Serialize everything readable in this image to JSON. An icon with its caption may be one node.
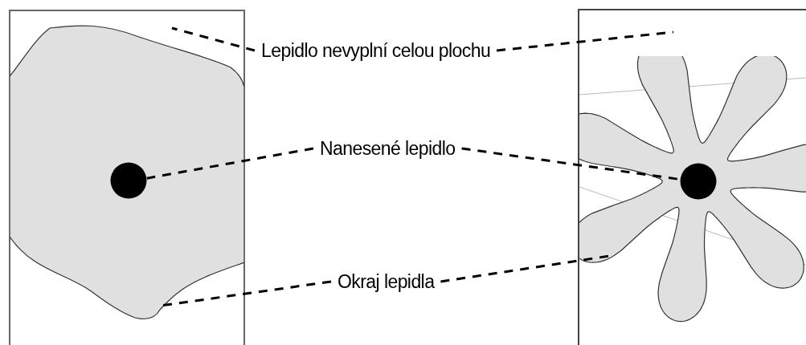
{
  "diagram": {
    "nodes": [
      {
        "text": [
          "Lepidlo nevyplní celou plochu"
        ]
      },
      {
        "text": [
          "Nanesené lepidlo"
        ]
      },
      {
        "text": [
          "Okraj lepidla"
        ]
      },
      {
        "text": [],
        "shape": "blob"
      },
      {
        "text": [],
        "shape": "circle",
        "in": 3
      },
      {
        "text": [],
        "shape": "blob"
      },
      {
        "text": [],
        "shape": "circle",
        "in": 5
      }
    ],
    "edges": [
      {
        "from": 0,
        "to": null,
        "arrow": "none",
        "style": "dashed"
      },
      {
        "from": 0,
        "to": null,
        "arrow": "none",
        "style": "dashed"
      },
      {
        "from": 1,
        "to": 4,
        "arrow": "none",
        "style": "dashed"
      },
      {
        "from": 1,
        "to": 6,
        "arrow": "none",
        "style": "dashed"
      },
      {
        "from": 2,
        "to": 3,
        "arrow": "none",
        "style": "dashed"
      },
      {
        "from": 2,
        "to": 5,
        "arrow": "none",
        "style": "dashed"
      }
    ]
  }
}
